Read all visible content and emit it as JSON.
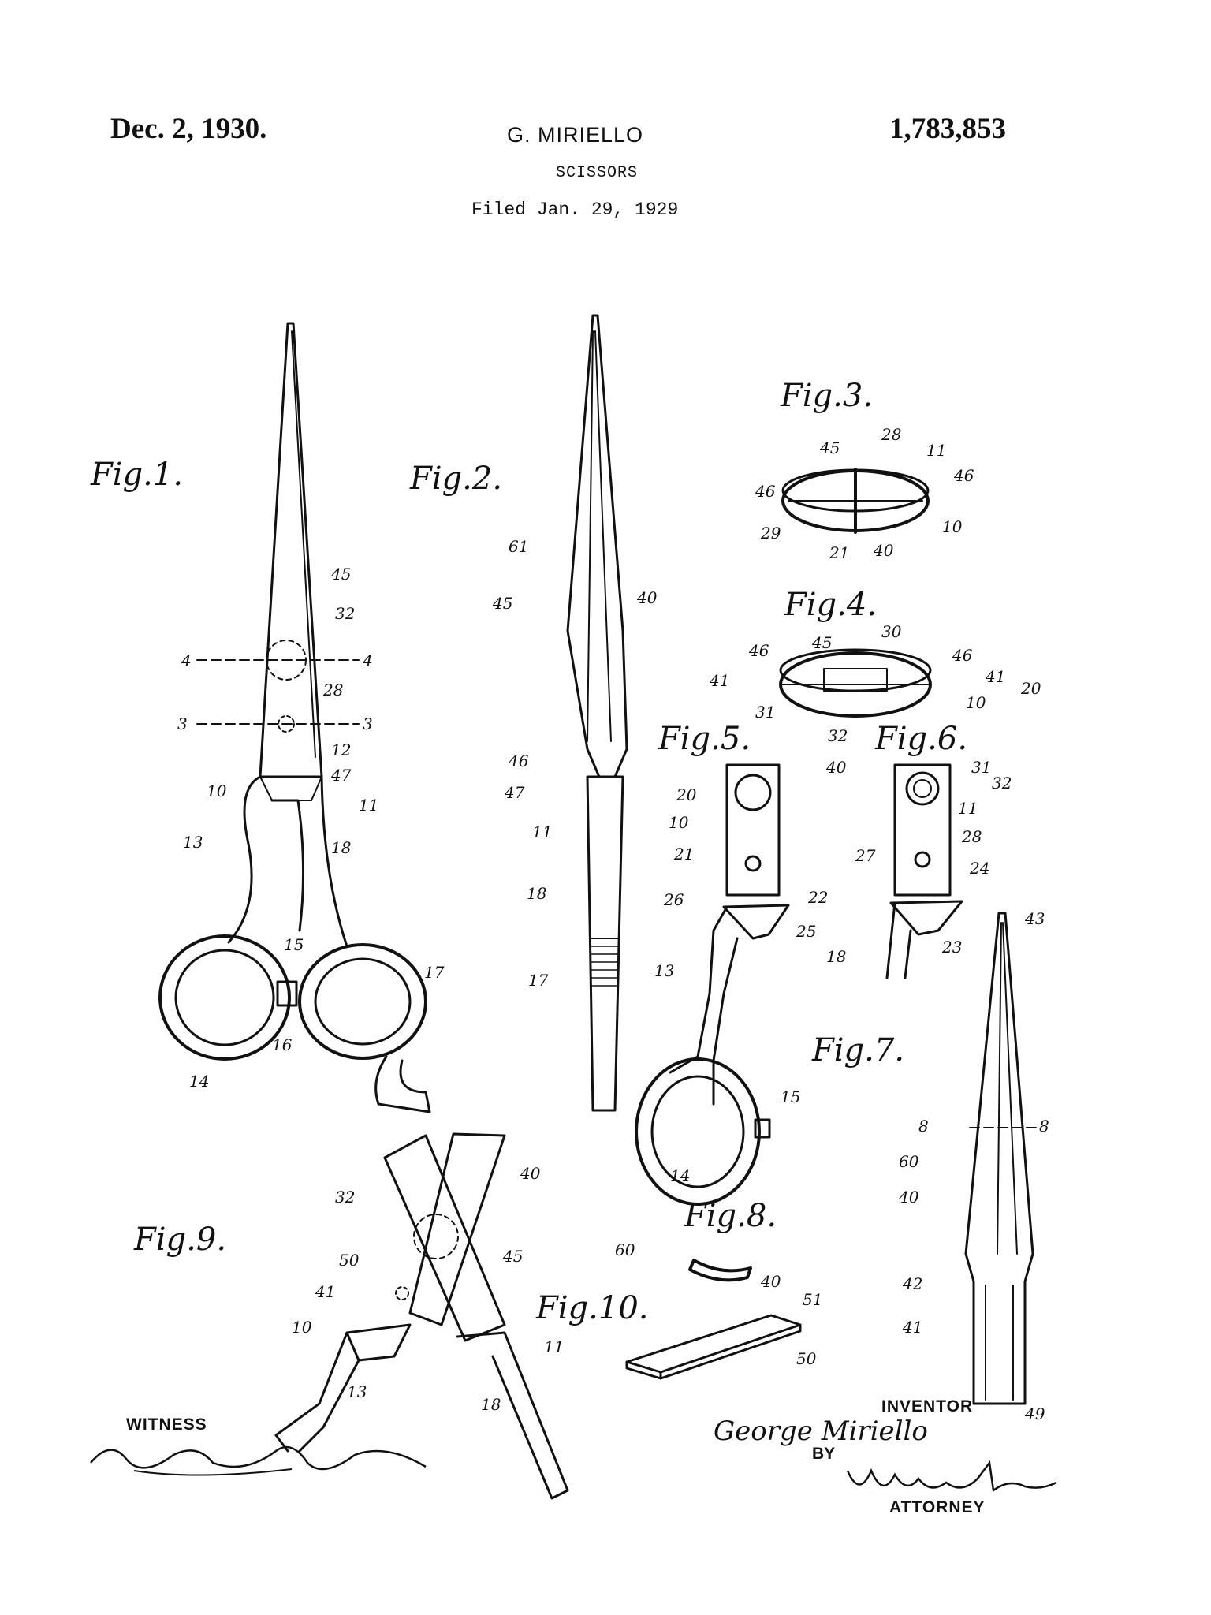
{
  "header": {
    "date": "Dec. 2, 1930.",
    "inventor_name": "G. MIRIELLO",
    "patent_number": "1,783,853",
    "title": "SCISSORS",
    "filed": "Filed Jan. 29, 1929"
  },
  "figures": [
    "Fig.1.",
    "Fig.2.",
    "Fig.3.",
    "Fig.4.",
    "Fig.5.",
    "Fig.6.",
    "Fig.7.",
    "Fig.8.",
    "Fig.9.",
    "Fig.10."
  ],
  "signatures": {
    "witness_label": "WITNESS",
    "inventor_label": "INVENTOR",
    "inventor_signature": "George Miriello",
    "by_label": "BY",
    "attorney_label": "ATTORNEY"
  }
}
